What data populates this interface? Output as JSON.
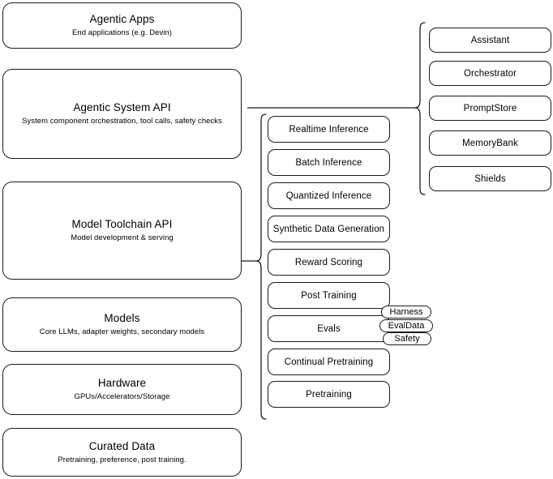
{
  "diagram": {
    "title": "LLM stack layered architecture diagram",
    "stroke_color": "#1a1a1a",
    "background_color": "#ffffff",
    "layers": [
      {
        "title": "Agentic Apps",
        "subtitle": "End applications (e.g. Devin)"
      },
      {
        "title": "Agentic System API",
        "subtitle": "System component orchestration, tool calls, safety checks"
      },
      {
        "title": "Model Toolchain API",
        "subtitle": "Model development & serving"
      },
      {
        "title": "Models",
        "subtitle": "Core LLMs, adapter weights, secondary models"
      },
      {
        "title": "Hardware",
        "subtitle": "GPUs/Accelerators/Storage"
      },
      {
        "title": "Curated Data",
        "subtitle": "Pretraining, preference, post training."
      }
    ],
    "toolchain_capabilities": [
      {
        "label": "Realtime Inference"
      },
      {
        "label": "Batch Inference"
      },
      {
        "label": "Quantized Inference"
      },
      {
        "label": "Synthetic Data Generation"
      },
      {
        "label": "Reward Scoring"
      },
      {
        "label": "Post Training"
      },
      {
        "label": "Evals"
      },
      {
        "label": "Continual Pretraining"
      },
      {
        "label": "Pretraining"
      }
    ],
    "system_api_components": [
      {
        "label": "Assistant"
      },
      {
        "label": "Orchestrator"
      },
      {
        "label": "PromptStore"
      },
      {
        "label": "MemoryBank"
      },
      {
        "label": "Shields"
      }
    ],
    "evals_badges": [
      {
        "label": "Harness"
      },
      {
        "label": "EvalData"
      },
      {
        "label": "Safety"
      }
    ]
  }
}
